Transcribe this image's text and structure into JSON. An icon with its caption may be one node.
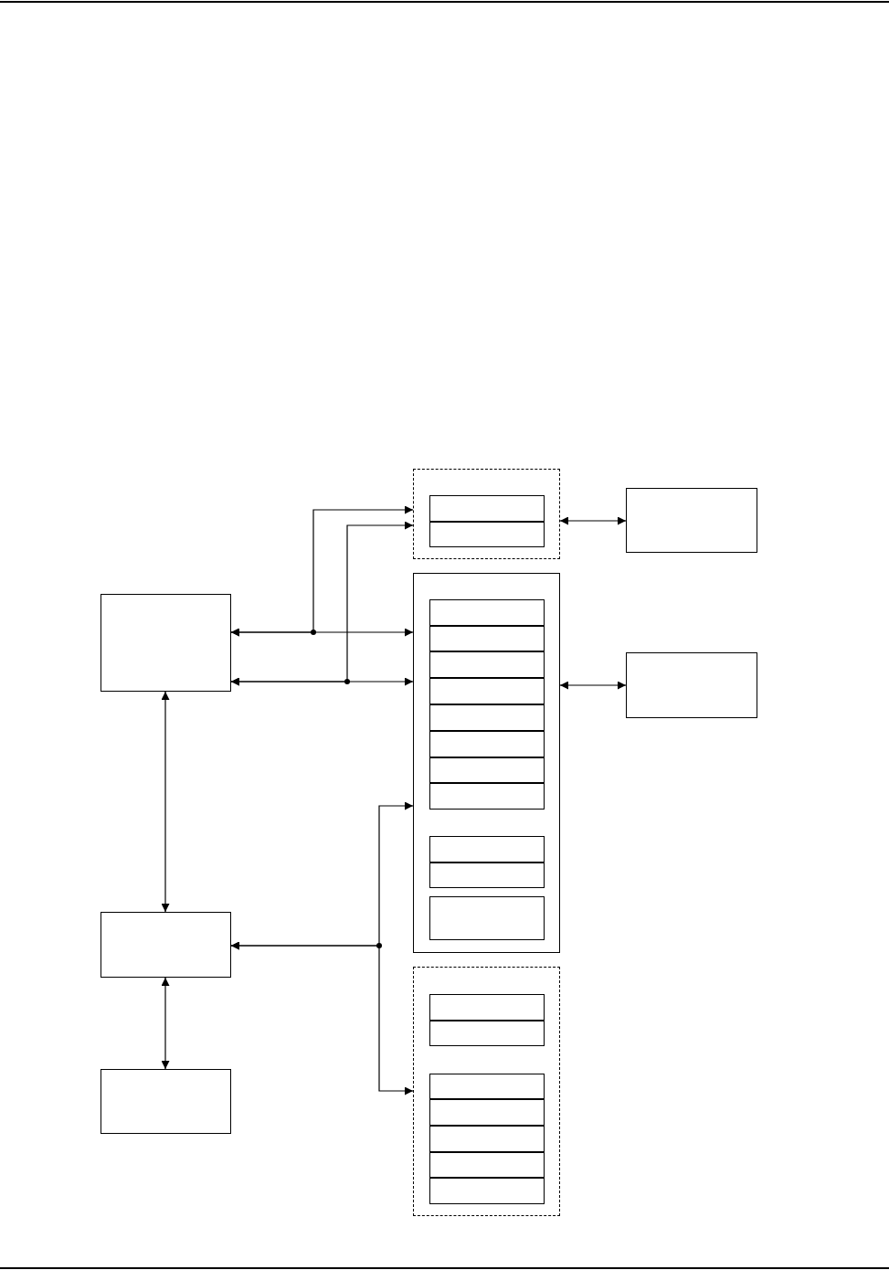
{
  "diagram": {
    "nodes": [
      {
        "text": [],
        "shape": "box"
      },
      {
        "text": [],
        "shape": "box"
      },
      {
        "text": [],
        "shape": "box",
        "in": 1
      },
      {
        "text": [],
        "shape": "box",
        "in": 1
      },
      {
        "text": [],
        "shape": "box"
      },
      {
        "text": [],
        "shape": "box"
      },
      {
        "text": [],
        "shape": "box",
        "in": 5
      },
      {
        "text": [],
        "shape": "box",
        "in": 5
      },
      {
        "text": [],
        "shape": "box",
        "in": 5
      },
      {
        "text": [],
        "shape": "box",
        "in": 5
      },
      {
        "text": [],
        "shape": "box",
        "in": 5
      },
      {
        "text": [],
        "shape": "box",
        "in": 5
      },
      {
        "text": [],
        "shape": "box",
        "in": 5
      },
      {
        "text": [],
        "shape": "box",
        "in": 5
      },
      {
        "text": [],
        "shape": "box",
        "in": 5
      },
      {
        "text": [],
        "shape": "box",
        "in": 5
      },
      {
        "text": [],
        "shape": "box",
        "in": 5
      },
      {
        "text": [],
        "shape": "box"
      },
      {
        "text": [],
        "shape": "box"
      },
      {
        "text": [],
        "shape": "box"
      },
      {
        "text": [],
        "shape": "box",
        "in": 19
      },
      {
        "text": [],
        "shape": "box",
        "in": 19
      },
      {
        "text": [],
        "shape": "box",
        "in": 19
      },
      {
        "text": [],
        "shape": "box",
        "in": 19
      },
      {
        "text": [],
        "shape": "box",
        "in": 19
      },
      {
        "text": [],
        "shape": "box",
        "in": 19
      },
      {
        "text": [],
        "shape": "box",
        "in": 19
      },
      {
        "text": [],
        "shape": "box"
      }
    ],
    "edges": [
      {
        "from": 0,
        "to": 5,
        "arrow": "both"
      },
      {
        "from": 0,
        "to": 1,
        "arrow": "both"
      },
      {
        "from": 0,
        "to": 5,
        "arrow": "both"
      },
      {
        "from": 0,
        "to": 1,
        "arrow": "both"
      },
      {
        "from": 0,
        "to": 18,
        "arrow": "both"
      },
      {
        "from": 18,
        "to": 27,
        "arrow": "both"
      },
      {
        "from": 18,
        "to": 5,
        "arrow": "both"
      },
      {
        "from": 18,
        "to": 19,
        "arrow": "both"
      },
      {
        "from": 1,
        "to": 4,
        "arrow": "both"
      },
      {
        "from": 5,
        "to": 17,
        "arrow": "both"
      }
    ]
  }
}
